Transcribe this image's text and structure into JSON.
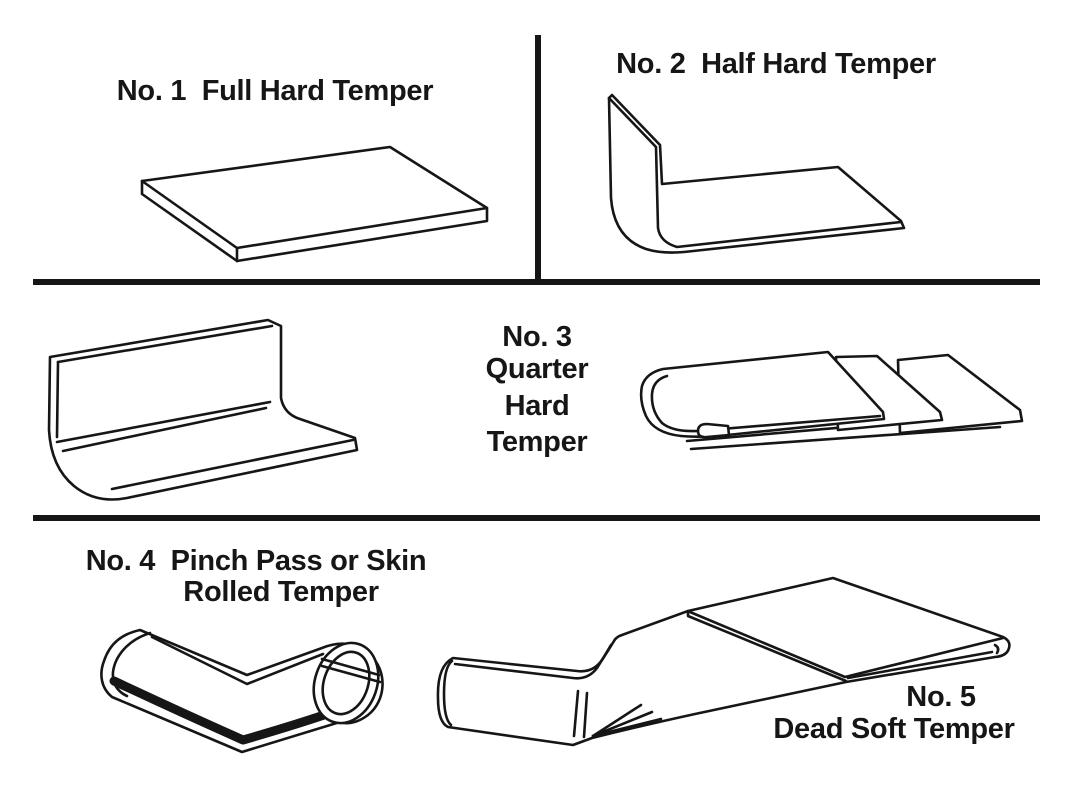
{
  "meta": {
    "background_color": "#ffffff",
    "ink_color": "#161616",
    "description": "Sheet metal temper grades diagram"
  },
  "sections": {
    "no1": {
      "label": "No. 1  Full Hard Temper",
      "illustration": "flat-sheet"
    },
    "no2": {
      "label": "No. 2  Half Hard Temper",
      "illustration": "sheet-bent-90-degrees"
    },
    "no3": {
      "lines": [
        "No. 3",
        "Quarter",
        "Hard",
        "Temper"
      ],
      "illustration_left": "right-angle-flange-sheet",
      "illustration_right": "folded-over-stepped-sheet"
    },
    "no4": {
      "line1": "No. 4  Pinch Pass or Skin",
      "line2": "Rolled Temper",
      "illustration": "curled-rolled-sheet-tube"
    },
    "no5": {
      "line1": "No. 5",
      "line2": "Dead Soft Temper",
      "illustration": "draped-soft-sheet"
    }
  }
}
